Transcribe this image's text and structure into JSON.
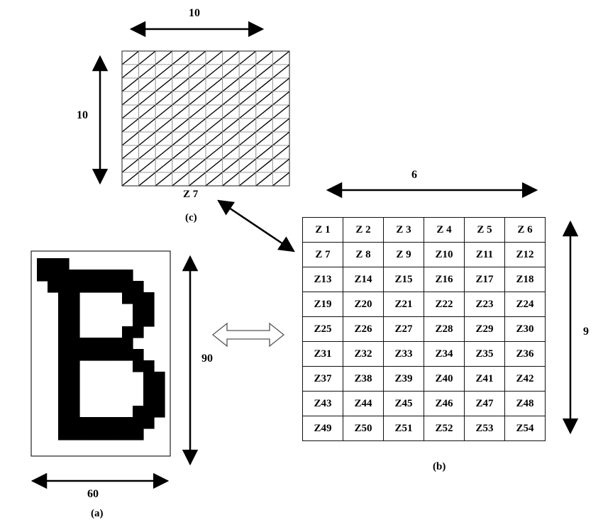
{
  "labels": {
    "grid_width": "10",
    "grid_height": "10",
    "zone_caption": "Z 7",
    "fig_c": "(c)",
    "table_width": "6",
    "table_height": "9",
    "fig_b": "(b)",
    "letter_height": "90",
    "letter_width": "60",
    "fig_a": "(a)"
  },
  "zones": [
    [
      "Z 1",
      "Z 2",
      "Z 3",
      "Z 4",
      "Z 5",
      "Z 6"
    ],
    [
      "Z 7",
      "Z 8",
      "Z 9",
      "Z10",
      "Z11",
      "Z12"
    ],
    [
      "Z13",
      "Z14",
      "Z15",
      "Z16",
      "Z17",
      "Z18"
    ],
    [
      "Z19",
      "Z20",
      "Z21",
      "Z22",
      "Z23",
      "Z24"
    ],
    [
      "Z25",
      "Z26",
      "Z27",
      "Z28",
      "Z29",
      "Z30"
    ],
    [
      "Z31",
      "Z32",
      "Z33",
      "Z34",
      "Z35",
      "Z36"
    ],
    [
      "Z37",
      "Z38",
      "Z39",
      "Z40",
      "Z41",
      "Z42"
    ],
    [
      "Z43",
      "Z44",
      "Z45",
      "Z46",
      "Z47",
      "Z48"
    ],
    [
      "Z49",
      "Z50",
      "Z51",
      "Z52",
      "Z53",
      "Z54"
    ]
  ],
  "letter_bitmap": [
    "111000000000",
    "111111111000",
    "011111111100",
    "001100001110",
    "001100000110",
    "001100000110",
    "001100001100",
    "001111111000",
    "001111111100",
    "001100000110",
    "001100000011",
    "001100000011",
    "001100000011",
    "001100000111",
    "001111111110",
    "001111111100"
  ],
  "colors": {
    "ink": "#000000",
    "grid_line": "#9a9a9a"
  }
}
